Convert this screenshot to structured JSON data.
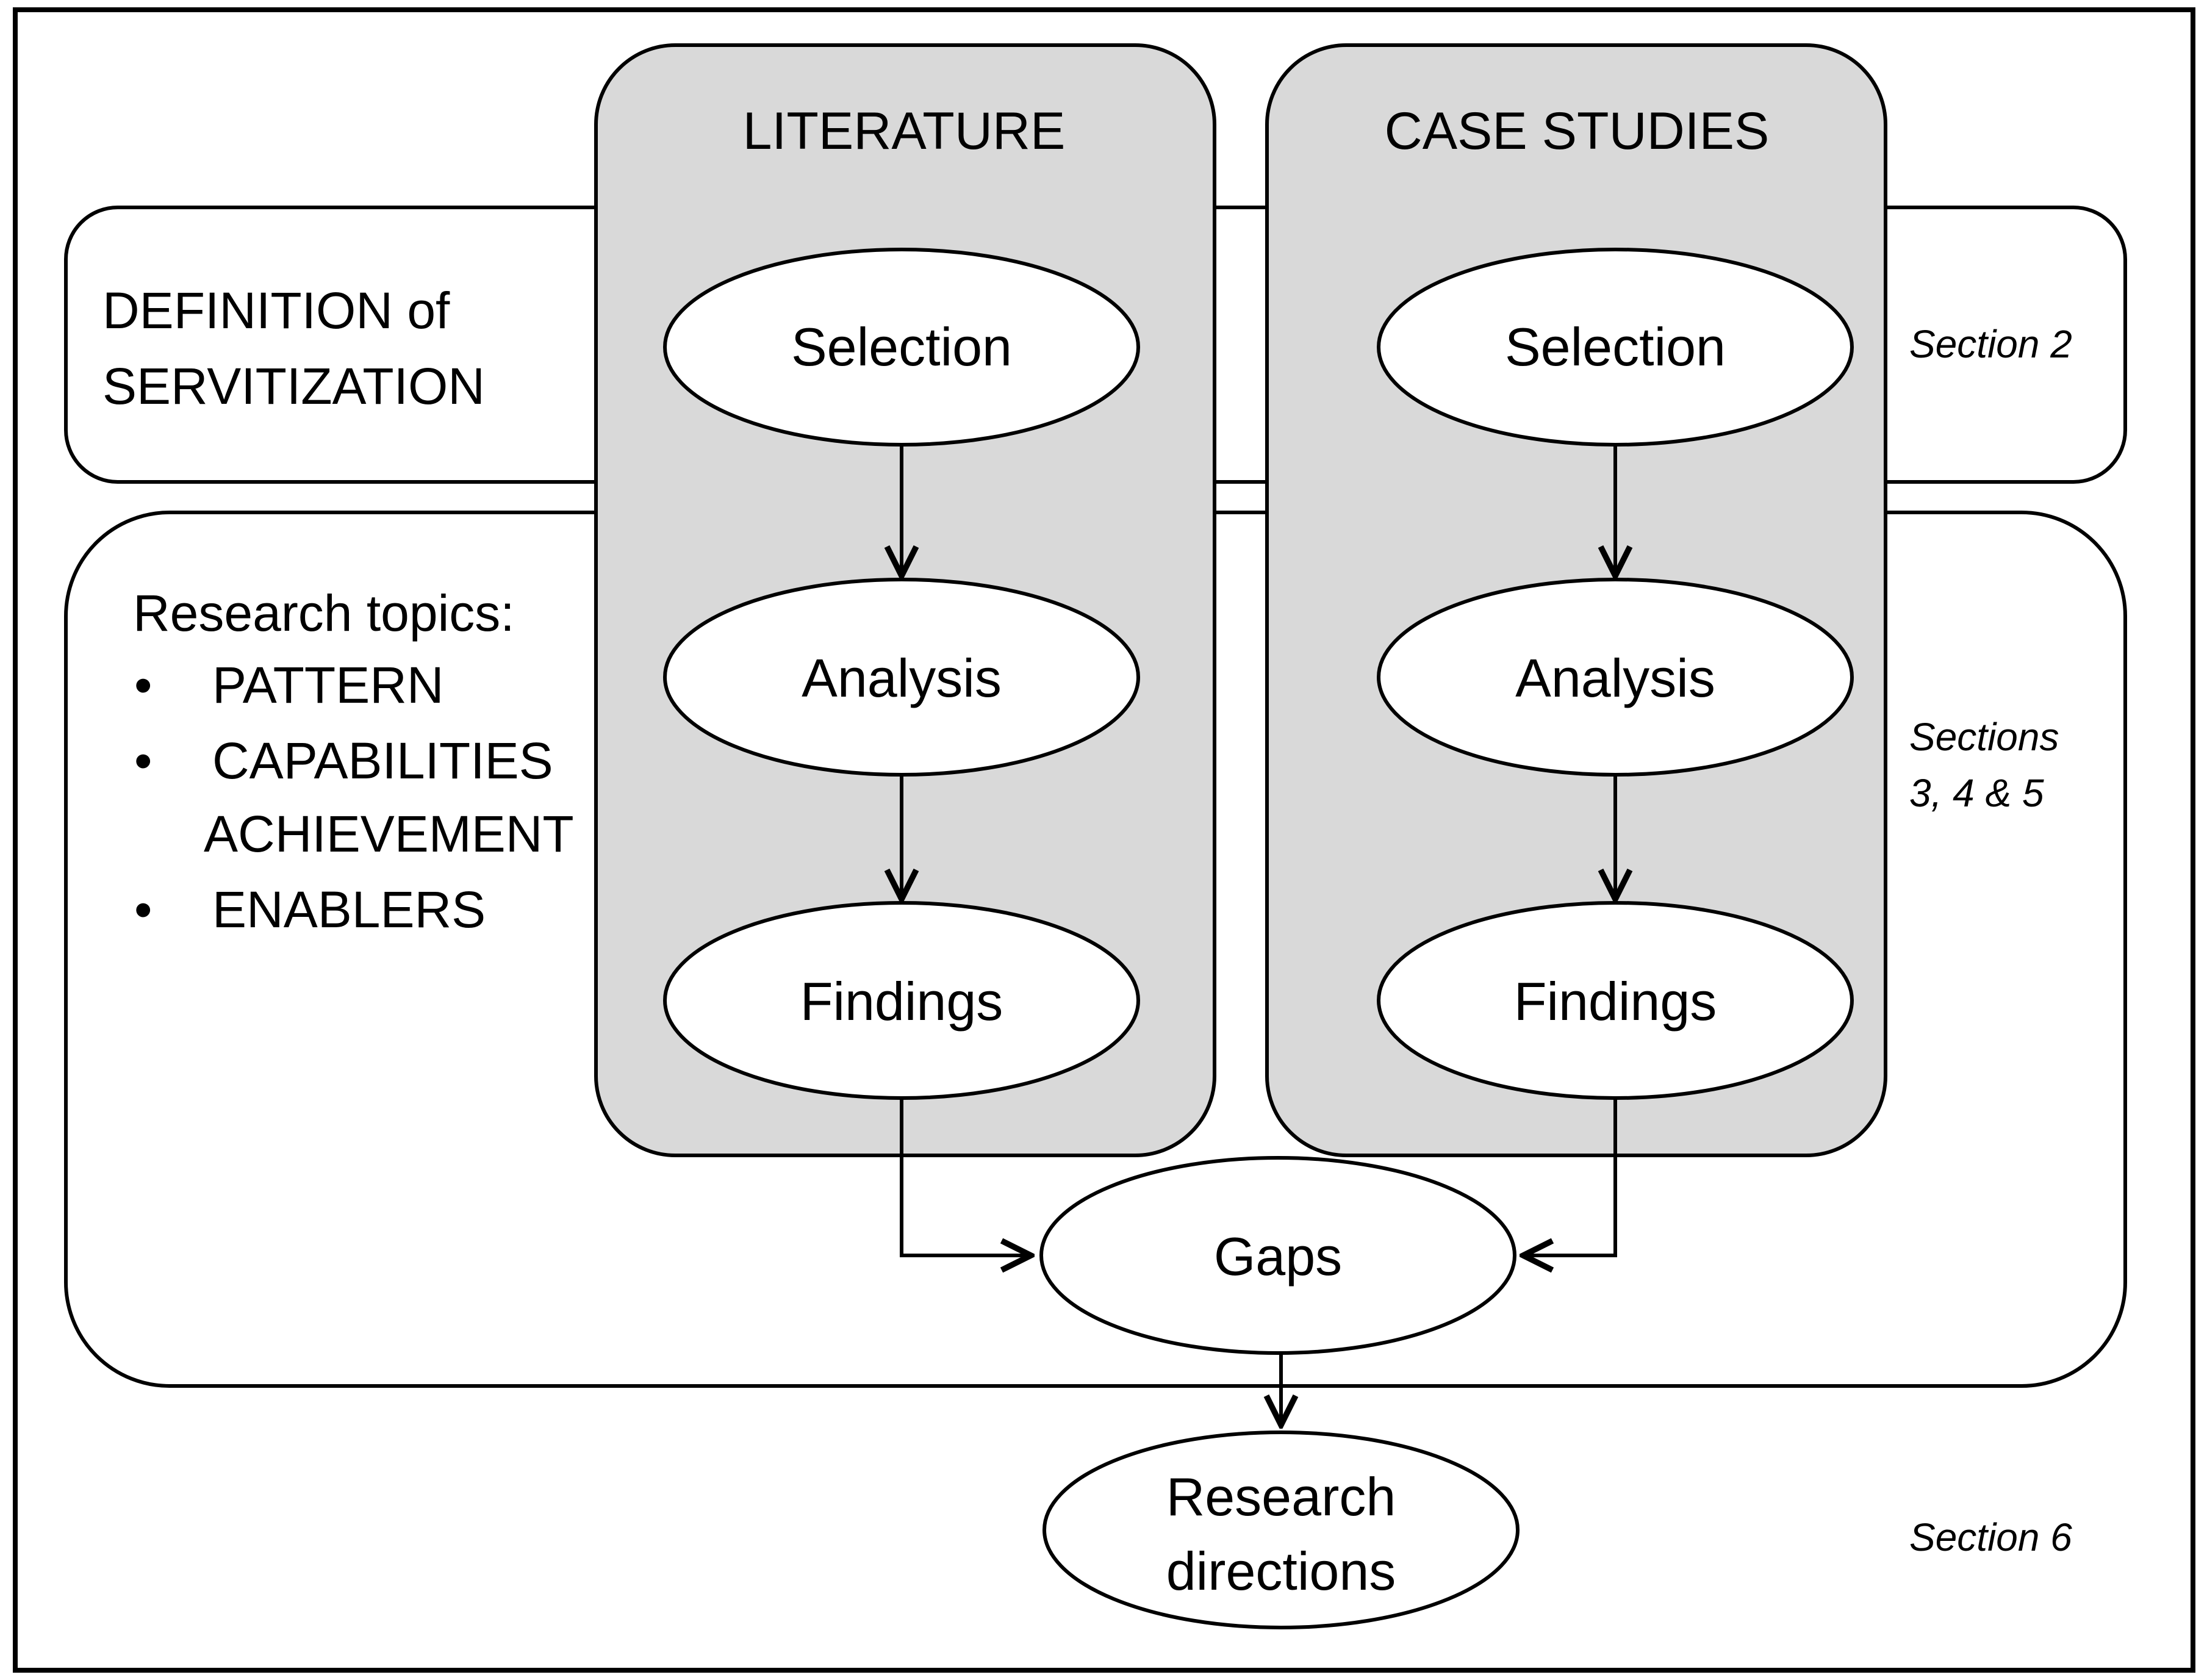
{
  "definition": {
    "line1": "DEFINITION of",
    "line2": "SERVITIZATION"
  },
  "research_topics": {
    "heading": "Research topics:",
    "bullet": "•",
    "items": [
      "PATTERN",
      "CAPABILITIES",
      "ENABLERS"
    ],
    "continuation": "ACHIEVEMENT"
  },
  "columns": [
    {
      "title": "LITERATURE",
      "steps": [
        "Selection",
        "Analysis",
        "Findings"
      ]
    },
    {
      "title": "CASE STUDIES",
      "steps": [
        "Selection",
        "Analysis",
        "Findings"
      ]
    }
  ],
  "gaps": "Gaps",
  "research_directions": {
    "line1": "Research",
    "line2": "directions"
  },
  "sections": {
    "s2": "Section 2",
    "s345_line1": "Sections",
    "s345_line2": "3, 4 & 5",
    "s6": "Section 6"
  },
  "colors": {
    "column_fill": "#d9d9d9",
    "stroke": "#000000",
    "background": "#ffffff"
  }
}
